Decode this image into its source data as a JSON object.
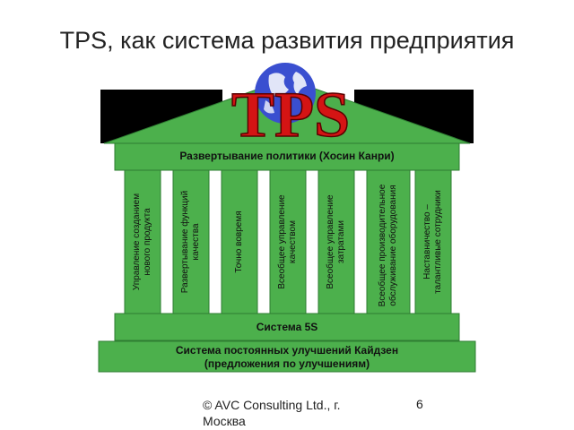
{
  "slide": {
    "title": "TPS, как система развития предприятия",
    "logo_text": "TPS",
    "policy_beam": "Развертывание политики (Хосин Канри)",
    "pillars": [
      "Управление созданием\nнового продукта",
      "Развертывание функций\nкачества",
      "Точно вовремя",
      "Всеобщее управление\nкачеством",
      "Всеобщее управление\nзатратами",
      "Всеобщее производительное\nобслуживание оборудования",
      "Наставничество –\nталантливые сотрудники"
    ],
    "base_5s": "Система 5S",
    "base_kaizen_line1": "Система постоянных улучшений Кайдзен",
    "base_kaizen_line2": "(предложения по улучшениям)",
    "footer_left": "© AVC Consulting Ltd., г. Москва",
    "page_number": "6"
  },
  "colors": {
    "green": "#4cb04c",
    "green_border": "#2e7d32",
    "roof": "#000000",
    "logo_red": "#d41414",
    "globe_blue": "#3a4fd0"
  }
}
